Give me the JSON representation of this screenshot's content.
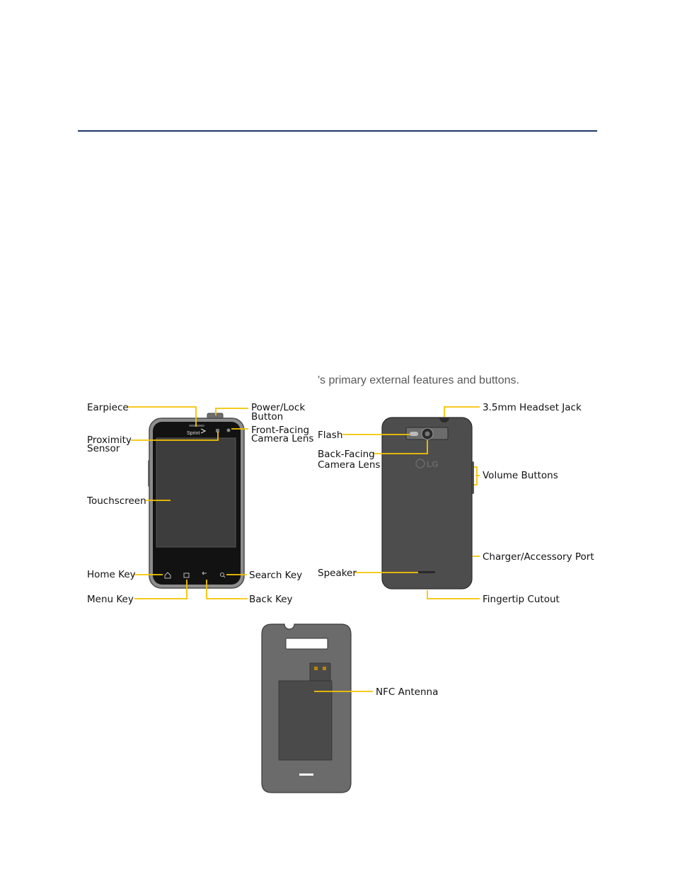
{
  "intro_text": "'s primary external features and buttons.",
  "colors": {
    "rule": "#1f3864",
    "callout": "#f5c400",
    "phone_body": "#5a5a5a",
    "screen": "#3b3b3b"
  },
  "front": {
    "brand_text": "Sprint",
    "labels": {
      "earpiece": "Earpiece",
      "power_lock_1": "Power/Lock",
      "power_lock_2": "Button",
      "proximity_1": "Proximity",
      "proximity_2": "Sensor",
      "front_camera_1": "Front-Facing",
      "front_camera_2": "Camera Lens",
      "touchscreen": "Touchscreen",
      "home_key": "Home Key",
      "search_key": "Search Key",
      "menu_key": "Menu Key",
      "back_key": "Back Key"
    }
  },
  "back": {
    "brand_text": "LG",
    "labels": {
      "headset_jack": "3.5mm Headset Jack",
      "flash": "Flash",
      "back_camera_1": "Back-Facing",
      "back_camera_2": "Camera Lens",
      "volume_buttons": "Volume Buttons",
      "charger_port": "Charger/Accessory Port",
      "speaker": "Speaker",
      "fingertip_cutout": "Fingertip Cutout"
    }
  },
  "cover": {
    "labels": {
      "nfc_antenna": "NFC Antenna"
    }
  }
}
